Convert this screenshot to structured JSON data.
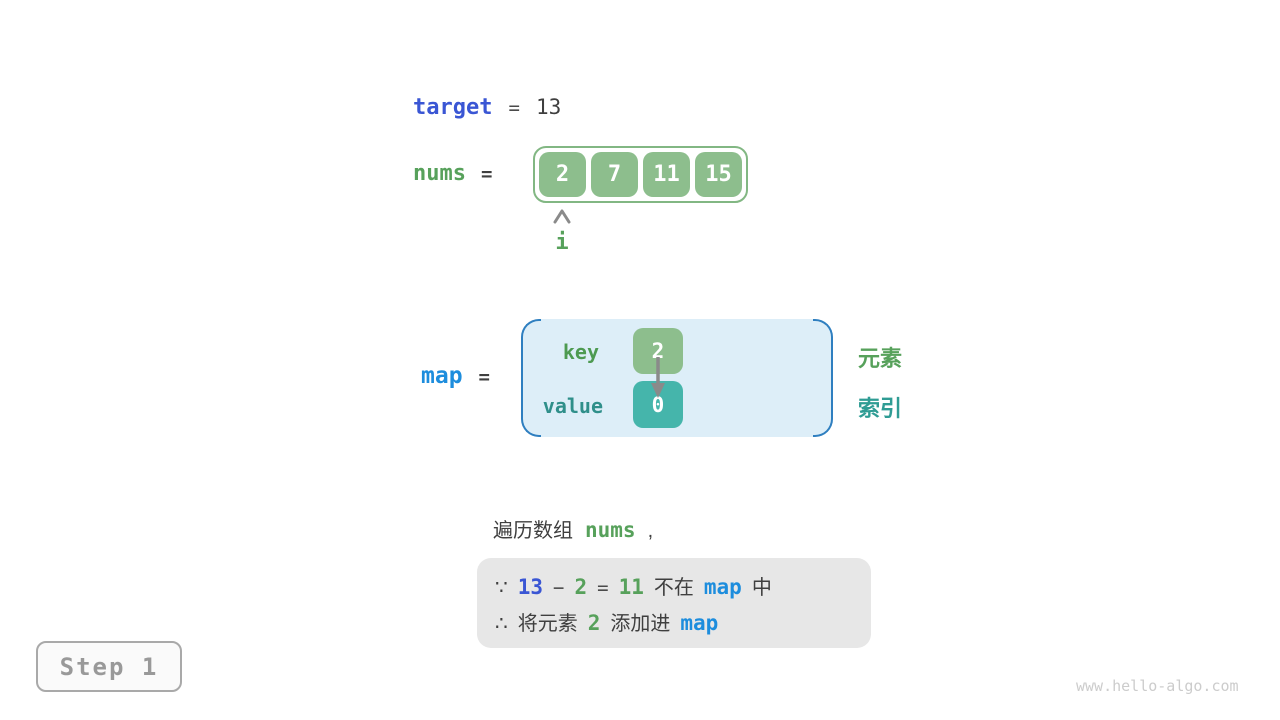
{
  "colors": {
    "accent_blue": "#3a56d4",
    "map_blue": "#1d8ddd",
    "green_text": "#57a15b",
    "teal_text": "#2f9c94",
    "array_cell_green": "#8dbe8d",
    "array_border_green": "#82b783",
    "value_cell_teal": "#45b5ab",
    "map_panel_bg": "#ddeef8",
    "map_bracket_blue": "#2f7fc0",
    "note_bg": "#e7e7e7"
  },
  "variables": {
    "target": {
      "label": "target",
      "equals": "=",
      "value": "13"
    },
    "nums": {
      "label": "nums",
      "equals": "=",
      "values": [
        "2",
        "7",
        "11",
        "15"
      ],
      "index_pointer": "i"
    },
    "map": {
      "label": "map",
      "equals": "=",
      "key_label": "key",
      "value_label": "value",
      "entry_key": "2",
      "entry_value": "0"
    }
  },
  "legend": {
    "element": "元素",
    "index": "索引"
  },
  "caption": {
    "text": "遍历数组",
    "code": "nums",
    "punctuation": ","
  },
  "note": {
    "line1": {
      "because": "∵",
      "minuend": "13",
      "minus": "−",
      "subtrahend": "2",
      "equals": "=",
      "difference": "11",
      "not_in": "不在",
      "map": "map",
      "suffix": "中"
    },
    "line2": {
      "therefore": "∴",
      "action_prefix": "将元素",
      "element": "2",
      "action_suffix": "添加进",
      "map": "map"
    }
  },
  "footer": {
    "step_badge": "Step 1",
    "watermark": "www.hello-algo.com"
  }
}
